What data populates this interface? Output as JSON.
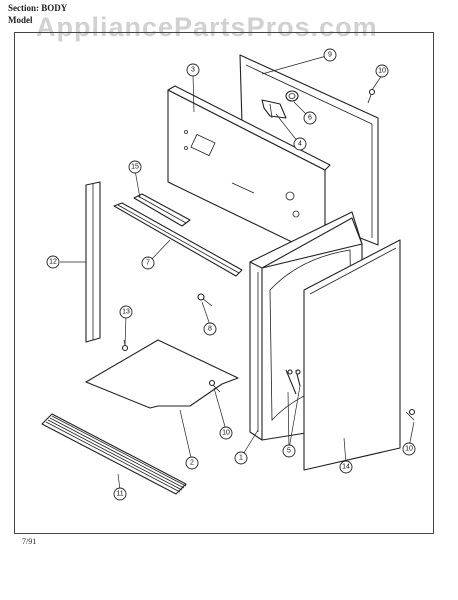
{
  "header": {
    "section_line": "Section:  BODY",
    "model_line": "Model"
  },
  "watermark": "AppliancePartsPros.com",
  "footer": {
    "date_code": "7/91"
  },
  "callouts": [
    "1",
    "2",
    "3",
    "4",
    "5",
    "6",
    "7",
    "8",
    "9",
    "10",
    "10",
    "10",
    "11",
    "12",
    "13",
    "14",
    "15"
  ]
}
